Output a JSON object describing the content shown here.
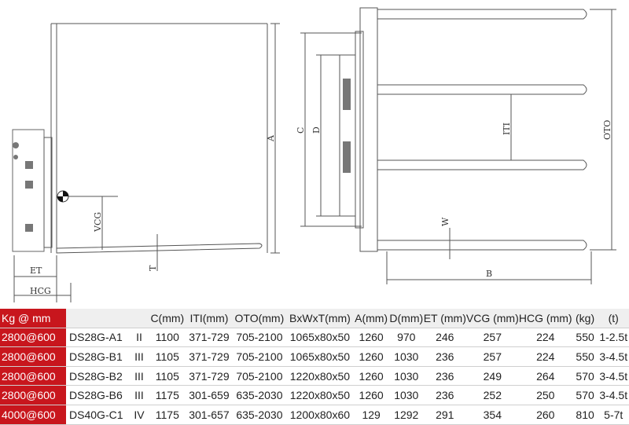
{
  "drawing": {
    "labels": {
      "A": "A",
      "C": "C",
      "D": "D",
      "ITI": "ITI",
      "OTO": "OTO",
      "W": "W",
      "B": "B",
      "VCG": "VCG",
      "T": "T",
      "ET": "ET",
      "HCG": "HCG"
    }
  },
  "table": {
    "headers": [
      "Kg @ mm",
      "",
      "",
      "C(mm)",
      "ITI(mm)",
      "OTO(mm)",
      "BxWxT(mm)",
      "A(mm)",
      "D(mm)",
      "ET (mm)",
      "VCG (mm)",
      "HCG (mm)",
      "(kg)",
      "(t)"
    ],
    "rows": [
      [
        "2800@600",
        "DS28G-A1",
        "II",
        "1100",
        "371-729",
        "705-2100",
        "1065x80x50",
        "1260",
        "970",
        "246",
        "257",
        "224",
        "550",
        "1-2.5t"
      ],
      [
        "2800@600",
        "DS28G-B1",
        "III",
        "1105",
        "371-729",
        "705-2100",
        "1065x80x50",
        "1260",
        "1030",
        "236",
        "257",
        "224",
        "550",
        "3-4.5t"
      ],
      [
        "2800@600",
        "DS28G-B2",
        "III",
        "1105",
        "371-729",
        "705-2100",
        "1220x80x50",
        "1260",
        "1030",
        "236",
        "249",
        "264",
        "570",
        "3-4.5t"
      ],
      [
        "2800@600",
        "DS28G-B6",
        "III",
        "1175",
        "301-659",
        "635-2030",
        "1220x80x50",
        "1260",
        "1030",
        "236",
        "252",
        "250",
        "570",
        "3-4.5t"
      ],
      [
        "4000@600",
        "DS40G-C1",
        "IV",
        "1175",
        "301-657",
        "635-2030",
        "1200x80x60",
        "129",
        "1292",
        "291",
        "354",
        "260",
        "810",
        "5-7t"
      ]
    ]
  }
}
